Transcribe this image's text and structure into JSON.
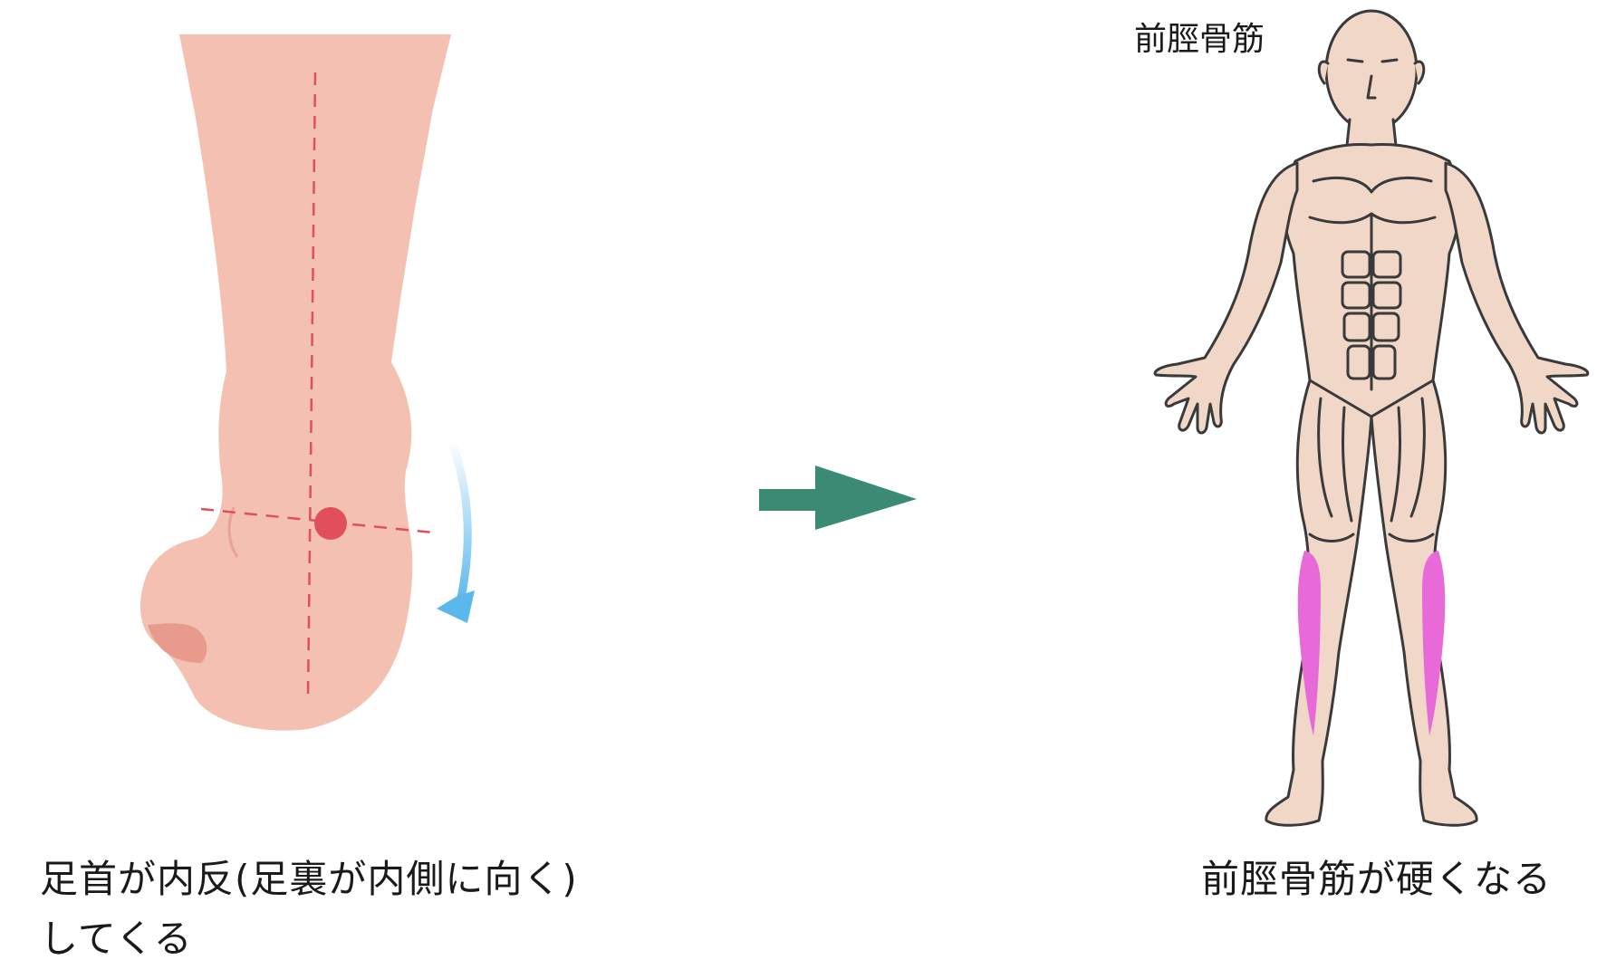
{
  "diagram": {
    "left_caption_line1": "足首が内反(足裏が内側に向く)",
    "left_caption_line2": "してくる",
    "right_caption": "前脛骨筋が硬くなる",
    "muscle_label": "前脛骨筋"
  },
  "colors": {
    "skin_foot": "#f4c0b1",
    "skin_body": "#f0d7c8",
    "outline": "#3a3a3a",
    "axis_dashed": "#e0505a",
    "joint_dot": "#e04f5b",
    "rotation_arrow": "#5bb8ec",
    "flow_arrow": "#3a8a74",
    "highlight_muscle": "#e86ad8"
  },
  "icons": [
    "ankle-rear-view",
    "rotation-arrow-icon",
    "flow-arrow-icon",
    "muscle-anatomy-figure"
  ]
}
